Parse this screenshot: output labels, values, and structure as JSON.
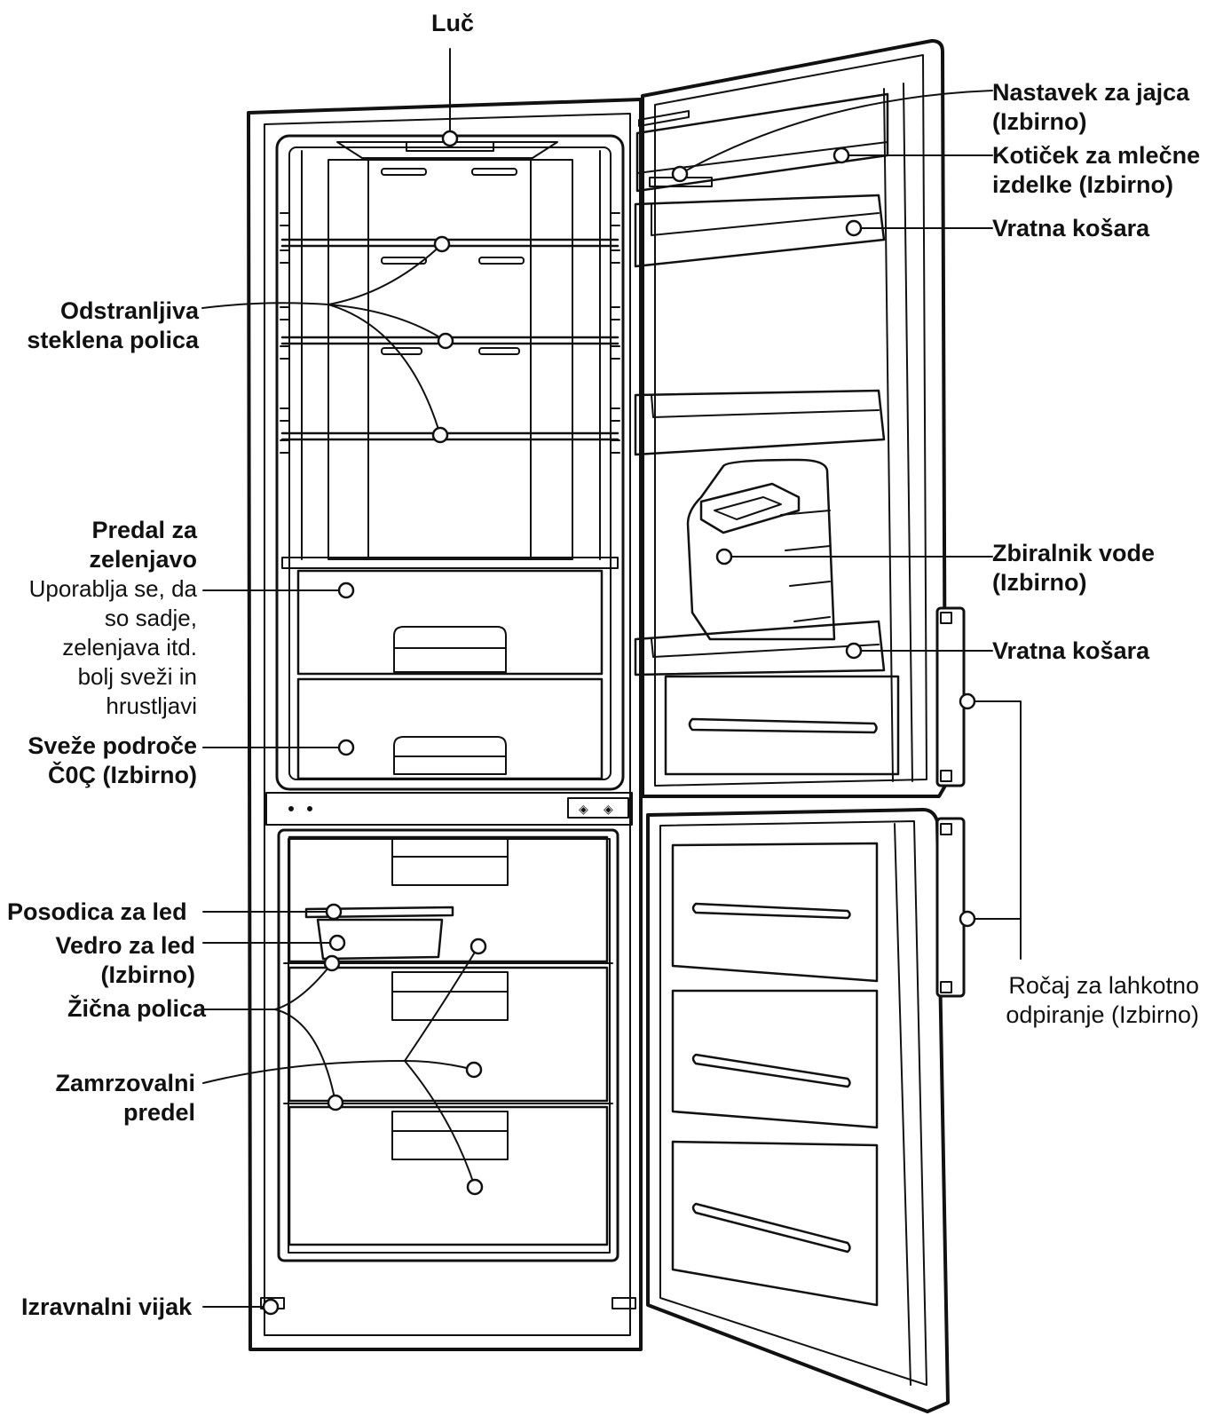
{
  "labels": {
    "luc": "Luč",
    "nastavek_1": "Nastavek za jajca",
    "nastavek_2": "(Izbirno)",
    "koticek_1": "Kotiček za mlečne",
    "koticek_2": "izdelke (Izbirno)",
    "vratna_kosara_top": "Vratna košara",
    "odstranljiva_1": "Odstranljiva",
    "odstranljiva_2": "steklena polica",
    "predal_1": "Predal za",
    "predal_2": "zelenjavo",
    "predal_desc_1": "Uporablja se, da",
    "predal_desc_2": "so sadje,",
    "predal_desc_3": "zelenjava itd.",
    "predal_desc_4": "bolj sveži in",
    "predal_desc_5": "hrustljavi",
    "zbiralnik_1": "Zbiralnik vode",
    "zbiralnik_2": "(Izbirno)",
    "vratna_kosara_bottom": "Vratna košara",
    "sveze_1": "Sveže področe",
    "sveze_2": "Č0Ç (Izbirno)",
    "posodica": "Posodica za led",
    "vedro_1": "Vedro za led",
    "vedro_2": "(Izbirno)",
    "zicna": "Žična polica",
    "zamrzovalni_1": "Zamrzovalni",
    "zamrzovalni_2": "predel",
    "rocaj_1": "Ročaj za lahkotno",
    "rocaj_2": "odpiranje (Izbirno)",
    "izravnalni": "Izravnalni vijak"
  }
}
